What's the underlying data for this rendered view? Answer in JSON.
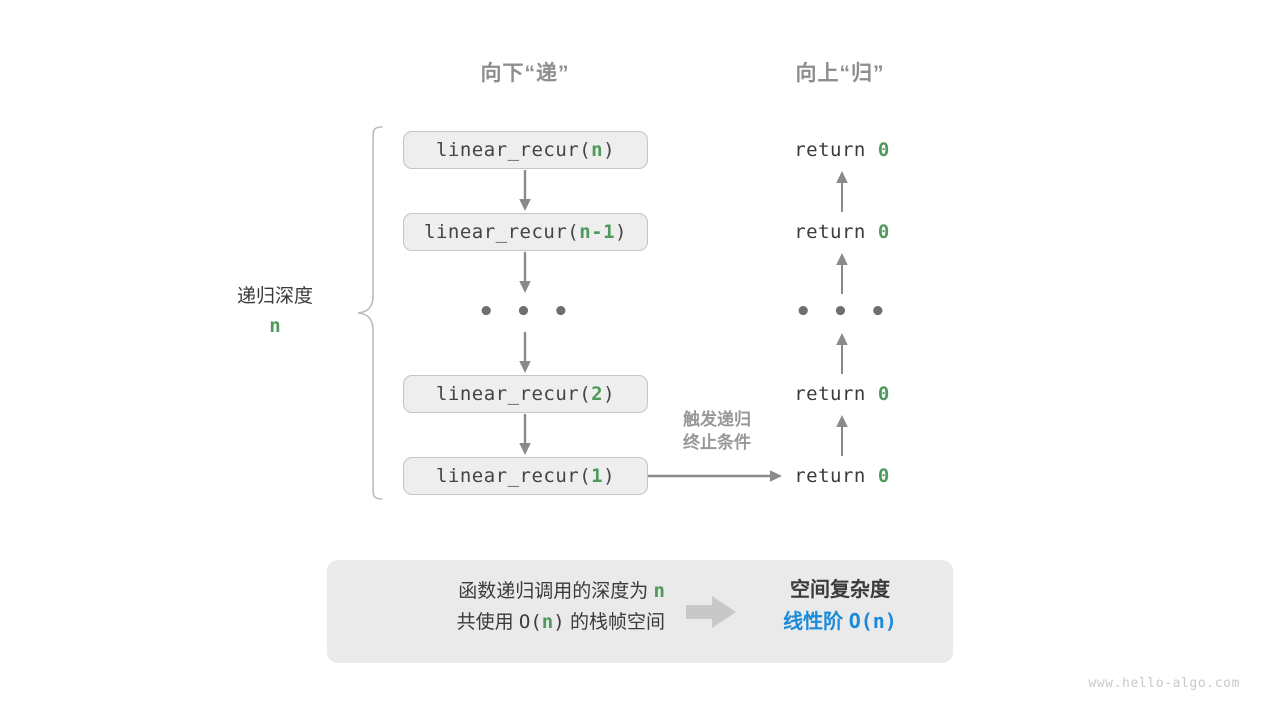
{
  "diagram": {
    "title_descend": "向下“递”",
    "title_ascend": "向上“归”",
    "depth_label": {
      "text": "递归深度",
      "value": "n"
    },
    "trigger_note": {
      "line1": "触发递归",
      "line2": "终止条件"
    },
    "call_frames": [
      {
        "prefix": "linear_recur(",
        "arg": "n",
        "suffix": ")"
      },
      {
        "prefix": "linear_recur(",
        "arg": "n-1",
        "suffix": ")"
      },
      {
        "prefix": "linear_recur(",
        "arg": "2",
        "suffix": ")"
      },
      {
        "prefix": "linear_recur(",
        "arg": "1",
        "suffix": ")"
      }
    ],
    "returns": [
      {
        "keyword": "return",
        "value": "0"
      },
      {
        "keyword": "return",
        "value": "0"
      },
      {
        "keyword": "return",
        "value": "0"
      },
      {
        "keyword": "return",
        "value": "0"
      }
    ],
    "ellipsis": "• • •",
    "summary": {
      "line1_pre": "函数递归调用的深度为",
      "line1_var": "n",
      "line2_pre": "共使用",
      "line2_mid": "O(",
      "line2_var": "n",
      "line2_mid2": ")",
      "line2_post": "的栈帧空间",
      "result_title": "空间复杂度",
      "result_label": "线性阶",
      "result_value": "O(n)"
    },
    "watermark": "www.hello-algo.com",
    "colors": {
      "accent_green": "#4e9a5d",
      "accent_blue": "#1b8ad8",
      "box_fill": "#eeeeee",
      "box_border": "#c4c4c4",
      "panel_fill": "#eaeaea",
      "arrow_gray": "#8a8a8a",
      "header_gray": "#8e8e8e",
      "text_dark": "#3b3b3b"
    }
  }
}
